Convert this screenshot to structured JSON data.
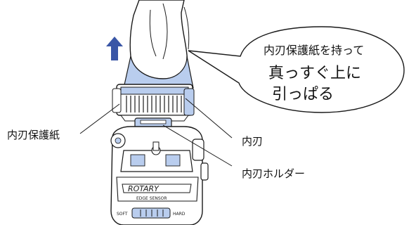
{
  "callout": {
    "line1": "内刃保護紙を持って",
    "line2": "真っすぐ上に",
    "line3": "引っぱる"
  },
  "labels": {
    "guard": "内刃保護紙",
    "inner_blade": "内刃",
    "holder": "内刃ホルダー"
  },
  "device_print": {
    "brand": "ROTARY",
    "sensor": "EDGE SENSOR",
    "soft": "SOFT",
    "hard": "HARD"
  },
  "colors": {
    "arrow": "#3a56a6",
    "accent_fill": "#b9cdee",
    "line": "#1a1a1a"
  },
  "icons": [
    "up-arrow-icon"
  ]
}
